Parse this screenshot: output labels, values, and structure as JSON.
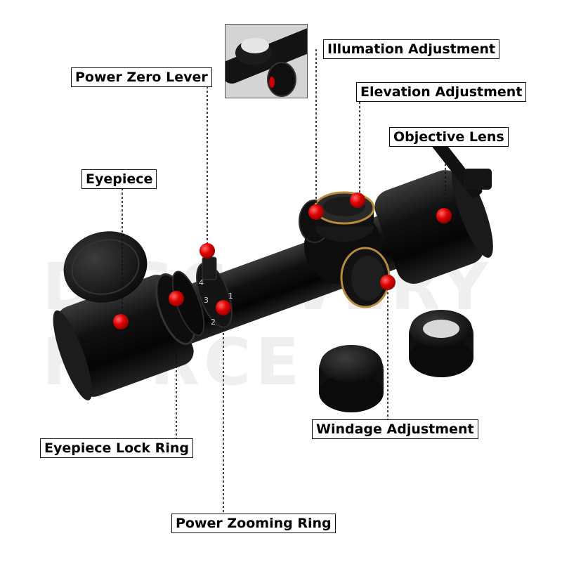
{
  "watermark": "DISCOVERY FORCE",
  "labels": {
    "illumination": "Illumation Adjustment",
    "power_zero": "Power Zero Lever",
    "elevation": "Elevation Adjustment",
    "objective": "Objective Lens",
    "eyepiece": "Eyepiece",
    "eyepiece_lock": "Eyepiece Lock Ring",
    "windage": "Windage Adjustment",
    "power_zoom": "Power Zooming Ring"
  },
  "zoom_ring_numbers": [
    "1",
    "2",
    "3",
    "4"
  ],
  "colors": {
    "marker": "#e00000",
    "body": "#0c0c0c",
    "accent": "#b88a3a"
  }
}
